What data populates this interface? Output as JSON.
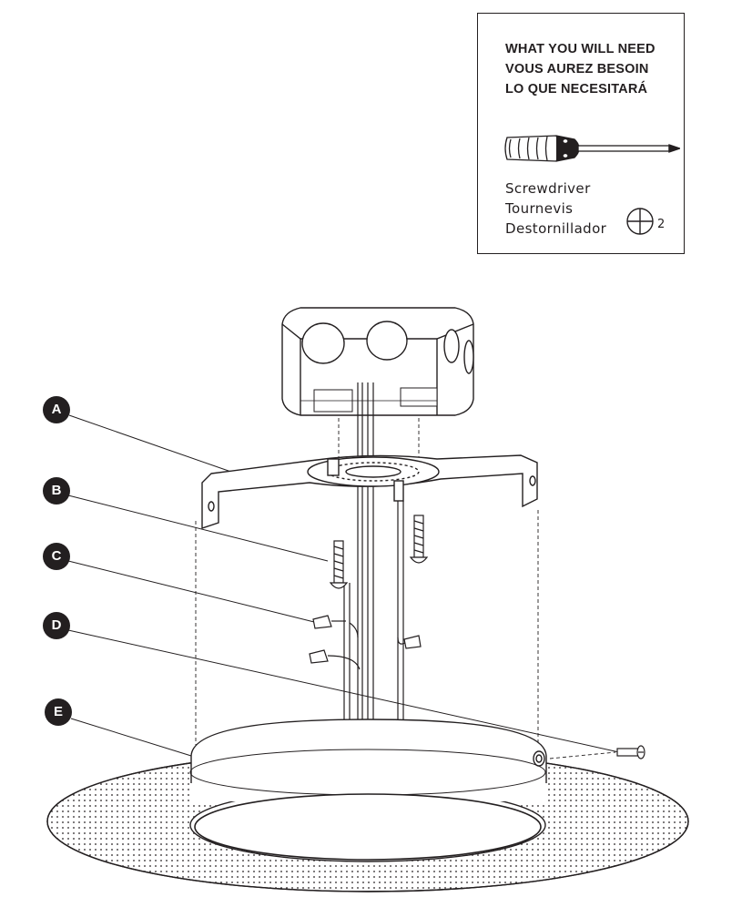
{
  "tools_box": {
    "heading_lines": [
      "WHAT YOU WILL NEED",
      "VOUS AUREZ BESOIN",
      "LO QUE NECESITARÁ"
    ],
    "tool_names": [
      "Screwdriver",
      "Tournevis",
      "Destornillador"
    ],
    "tool_icon": "phillips-screwdriver-icon",
    "phillips_size": "2"
  },
  "callouts": {
    "a": "A",
    "b": "B",
    "c": "C",
    "d": "D",
    "e": "E"
  },
  "colors": {
    "ink": "#231f20",
    "paper": "#ffffff"
  }
}
